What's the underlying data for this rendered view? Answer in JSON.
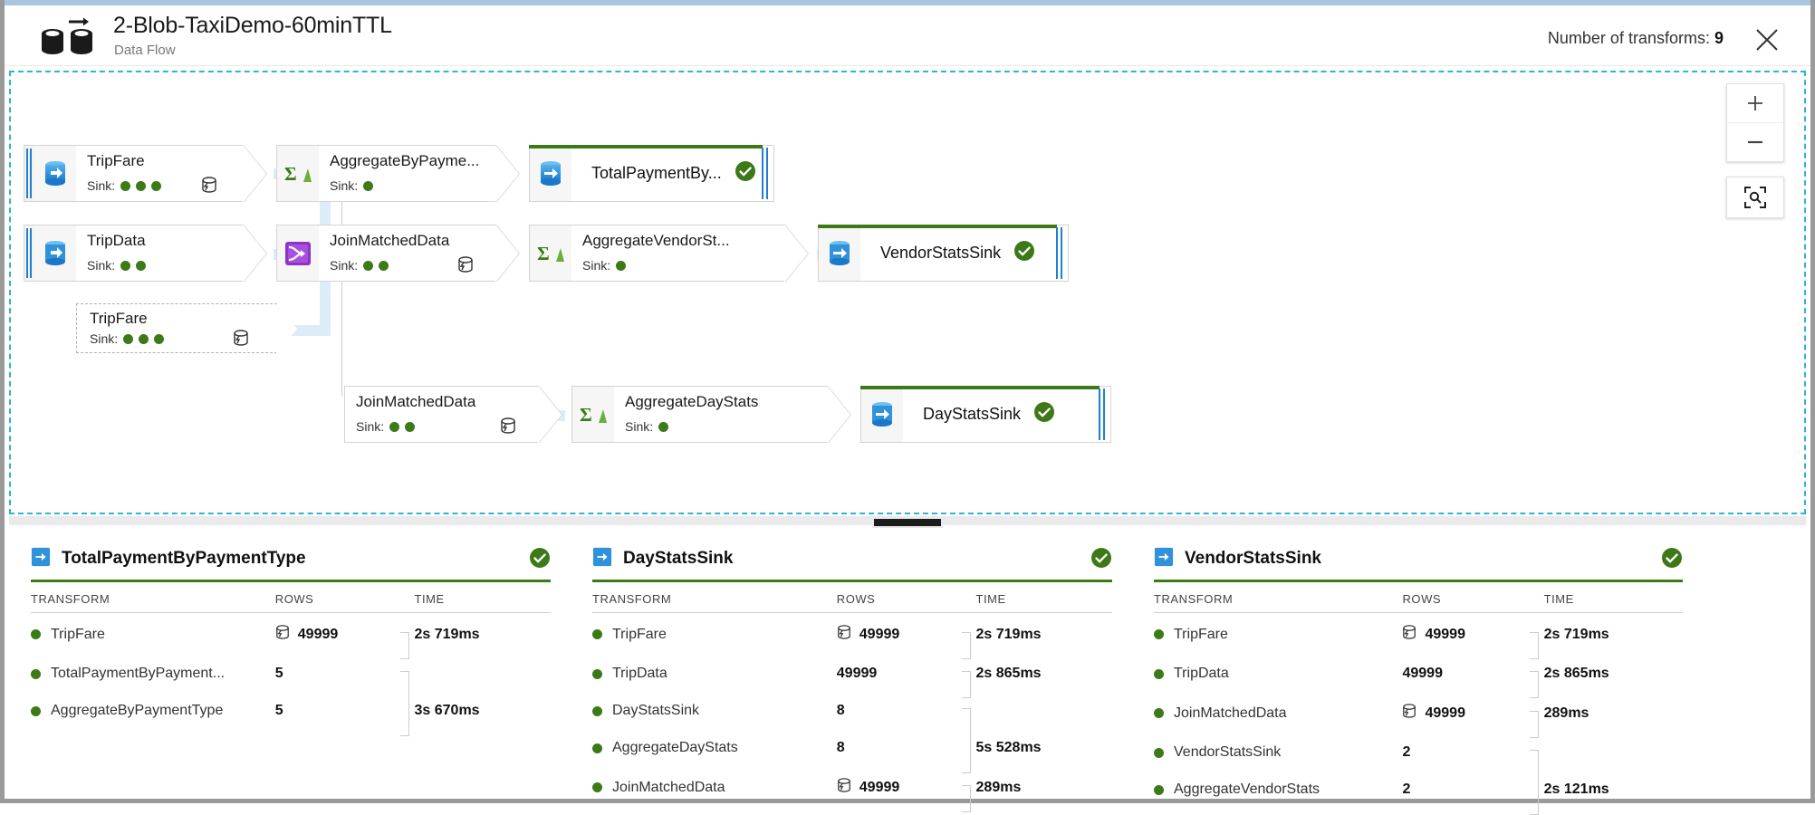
{
  "header": {
    "icon": "data-flow-icon",
    "title": "2-Blob-TaxiDemo-60minTTL",
    "subtitle": "Data Flow",
    "transform_count_label": "Number of transforms:",
    "transform_count": "9",
    "close_icon": "close-icon"
  },
  "canvas": {
    "zoom_in_label": "+",
    "zoom_out_label": "−",
    "fit_icon": "fit-to-screen-icon",
    "nodes": {
      "trip_fare": {
        "name": "TripFare",
        "sink_label": "Sink:",
        "sink_dots": 3,
        "icon": "source-database-icon",
        "cache_icon": "cached-sink-icon"
      },
      "aggregate_by_payment": {
        "name": "AggregateByPayme...",
        "sink_label": "Sink:",
        "sink_dots": 1,
        "icon": "aggregate-icon"
      },
      "total_payment_sink": {
        "name": "TotalPaymentBy...",
        "icon": "sink-database-icon",
        "status_icon": "success-check-icon"
      },
      "trip_data": {
        "name": "TripData",
        "sink_label": "Sink:",
        "sink_dots": 2,
        "icon": "source-database-icon"
      },
      "join_matched_data_1": {
        "name": "JoinMatchedData",
        "sink_label": "Sink:",
        "sink_dots": 2,
        "icon": "join-icon",
        "cache_icon": "cached-sink-icon"
      },
      "aggregate_vendor_stats": {
        "name": "AggregateVendorSt...",
        "sink_label": "Sink:",
        "sink_dots": 1,
        "icon": "aggregate-icon"
      },
      "vendor_stats_sink": {
        "name": "VendorStatsSink",
        "icon": "sink-database-icon",
        "status_icon": "success-check-icon"
      },
      "trip_fare_ghost": {
        "name": "TripFare",
        "sink_label": "Sink:",
        "sink_dots": 3,
        "cache_icon": "cached-sink-icon"
      },
      "join_matched_data_2": {
        "name": "JoinMatchedData",
        "sink_label": "Sink:",
        "sink_dots": 2,
        "cache_icon": "cached-sink-icon"
      },
      "aggregate_day_stats": {
        "name": "AggregateDayStats",
        "sink_label": "Sink:",
        "sink_dots": 1,
        "icon": "aggregate-icon"
      },
      "day_stats_sink": {
        "name": "DayStatsSink",
        "icon": "sink-database-icon",
        "status_icon": "success-check-icon"
      }
    }
  },
  "panels": [
    {
      "title": "TotalPaymentByPaymentType",
      "status_icon": "success-check-icon",
      "columns": [
        "TRANSFORM",
        "ROWS",
        "TIME"
      ],
      "rows": [
        {
          "transform": "TripFare",
          "rows": "49999",
          "cached": true,
          "time": "2s 719ms"
        },
        {
          "transform": "TotalPaymentByPayment...",
          "rows": "5",
          "cached": false,
          "time": ""
        },
        {
          "transform": "AggregateByPaymentType",
          "rows": "5",
          "cached": false,
          "time": "3s 670ms"
        }
      ],
      "time_groups": [
        {
          "start": 0,
          "end": 0
        },
        {
          "start": 1,
          "end": 2
        }
      ]
    },
    {
      "title": "DayStatsSink",
      "status_icon": "success-check-icon",
      "columns": [
        "TRANSFORM",
        "ROWS",
        "TIME"
      ],
      "rows": [
        {
          "transform": "TripFare",
          "rows": "49999",
          "cached": true,
          "time": "2s 719ms"
        },
        {
          "transform": "TripData",
          "rows": "49999",
          "cached": false,
          "time": "2s 865ms"
        },
        {
          "transform": "DayStatsSink",
          "rows": "8",
          "cached": false,
          "time": ""
        },
        {
          "transform": "AggregateDayStats",
          "rows": "8",
          "cached": false,
          "time": "5s 528ms"
        },
        {
          "transform": "JoinMatchedData",
          "rows": "49999",
          "cached": true,
          "time": "289ms"
        }
      ],
      "time_groups": [
        {
          "start": 0,
          "end": 0
        },
        {
          "start": 1,
          "end": 1
        },
        {
          "start": 2,
          "end": 3
        },
        {
          "start": 4,
          "end": 4
        }
      ]
    },
    {
      "title": "VendorStatsSink",
      "status_icon": "success-check-icon",
      "columns": [
        "TRANSFORM",
        "ROWS",
        "TIME"
      ],
      "rows": [
        {
          "transform": "TripFare",
          "rows": "49999",
          "cached": true,
          "time": "2s 719ms"
        },
        {
          "transform": "TripData",
          "rows": "49999",
          "cached": false,
          "time": "2s 865ms"
        },
        {
          "transform": "JoinMatchedData",
          "rows": "49999",
          "cached": true,
          "time": "289ms"
        },
        {
          "transform": "VendorStatsSink",
          "rows": "2",
          "cached": false,
          "time": ""
        },
        {
          "transform": "AggregateVendorStats",
          "rows": "2",
          "cached": false,
          "time": "2s 121ms"
        }
      ],
      "time_groups": [
        {
          "start": 0,
          "end": 0
        },
        {
          "start": 1,
          "end": 1
        },
        {
          "start": 2,
          "end": 2
        },
        {
          "start": 3,
          "end": 4
        }
      ]
    }
  ],
  "colors": {
    "accent_blue": "#a8c6e2",
    "node_blue": "#1f7fd0",
    "success_green": "#3d7a17",
    "selection_cyan": "#29b6d8",
    "connector_blue": "#dcecf8"
  }
}
